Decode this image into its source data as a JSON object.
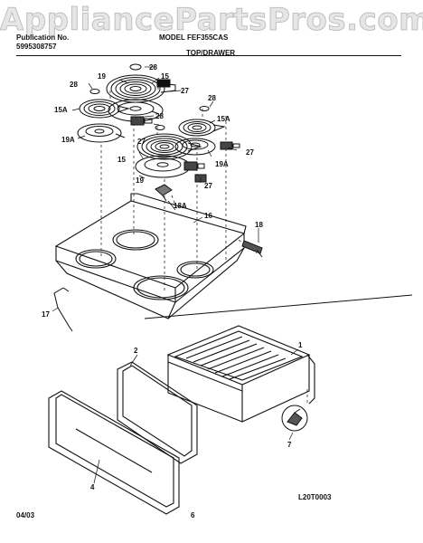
{
  "header": {
    "publication_label": "Publication No.",
    "publication_number": "5995308757",
    "model": "MODEL FEF355CAS",
    "section_title": "TOP/DRAWER"
  },
  "watermark": "AppliancePartsPros.com",
  "diagram": {
    "code": "L20T0003",
    "callouts": [
      {
        "id": "28a",
        "text": "28"
      },
      {
        "id": "19a",
        "text": "19"
      },
      {
        "id": "15a",
        "text": "15"
      },
      {
        "id": "28b",
        "text": "28"
      },
      {
        "id": "15Aa",
        "text": "15A"
      },
      {
        "id": "27a",
        "text": "27"
      },
      {
        "id": "28c",
        "text": "28"
      },
      {
        "id": "19Aa",
        "text": "19A"
      },
      {
        "id": "27b",
        "text": "27"
      },
      {
        "id": "28d",
        "text": "28"
      },
      {
        "id": "15Ab",
        "text": "15A"
      },
      {
        "id": "27c",
        "text": "27"
      },
      {
        "id": "15b",
        "text": "15"
      },
      {
        "id": "19Ab",
        "text": "19A"
      },
      {
        "id": "19b",
        "text": "19"
      },
      {
        "id": "27d",
        "text": "27"
      },
      {
        "id": "18A",
        "text": "18A"
      },
      {
        "id": "16",
        "text": "16"
      },
      {
        "id": "18",
        "text": "18"
      },
      {
        "id": "17",
        "text": "17"
      },
      {
        "id": "1",
        "text": "1"
      },
      {
        "id": "2",
        "text": "2"
      },
      {
        "id": "7",
        "text": "7"
      },
      {
        "id": "4",
        "text": "4"
      }
    ]
  },
  "footer": {
    "date": "04/03",
    "page_number": "6"
  }
}
